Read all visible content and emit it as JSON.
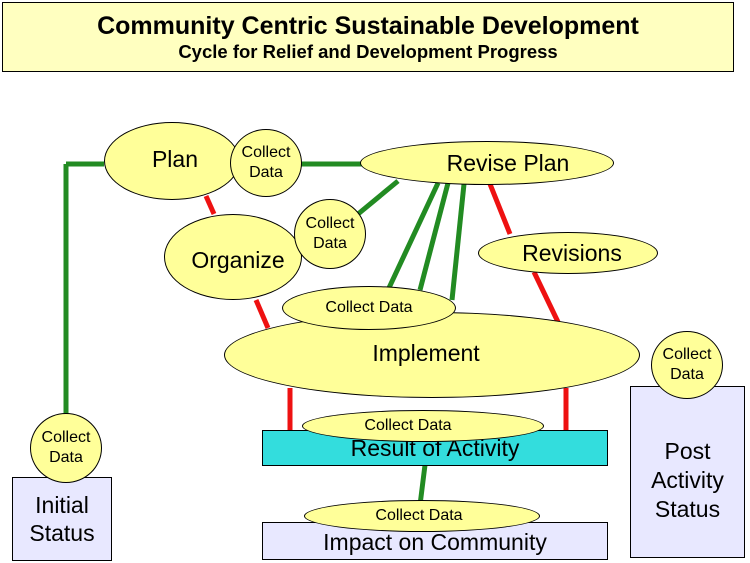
{
  "title": {
    "main": "Community Centric Sustainable Development",
    "sub": "Cycle for Relief and Development Progress"
  },
  "colors": {
    "ellipse_fill": "#ffff99",
    "title_fill": "#ffffc0",
    "green_line": "#228b22",
    "red_line": "#ee1111",
    "status_box_fill": "#e8e8ff",
    "result_box_fill": "#33dddd"
  },
  "nodes": {
    "plan": "Plan",
    "revise_plan": "Revise Plan",
    "organize": "Organize",
    "revisions": "Revisions",
    "implement": "Implement",
    "result_of_activity": "Result of Activity",
    "impact_on_community": "Impact on Community",
    "initial_status": "Initial Status",
    "post_activity_status": "Post Activity Status"
  },
  "collect": {
    "stacked": "Collect Data",
    "inline": "Collect Data"
  }
}
